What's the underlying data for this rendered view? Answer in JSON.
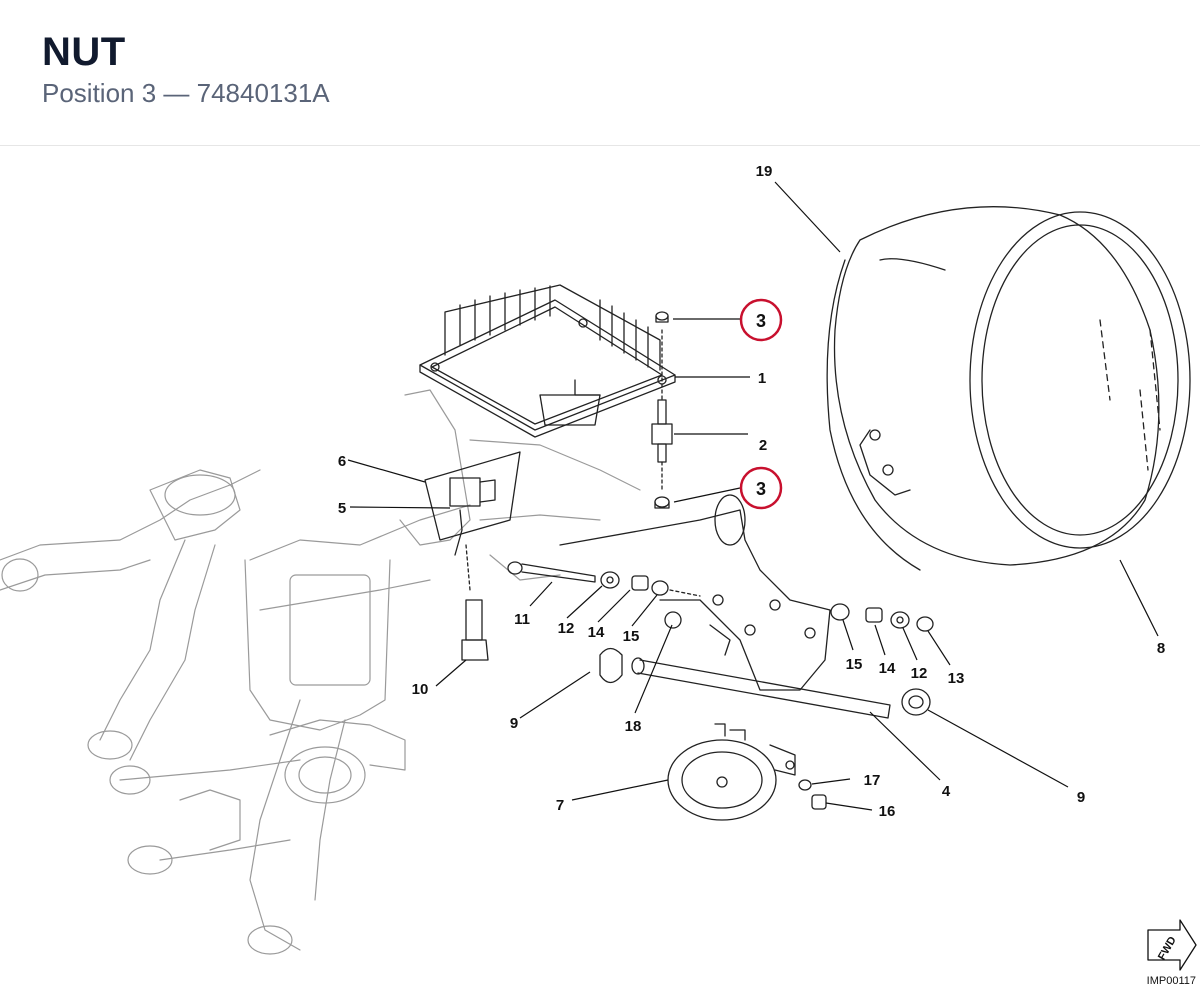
{
  "header": {
    "title": "NUT",
    "subtitle": "Position 3 — 74840131A"
  },
  "diagram": {
    "highlighted_position": "3",
    "highlight_color": "#c8102e",
    "reference_code": "IMP00117",
    "fwd_label": "FWD",
    "callouts": [
      {
        "id": "c19",
        "label": "19"
      },
      {
        "id": "c3a",
        "label": "3"
      },
      {
        "id": "c1",
        "label": "1"
      },
      {
        "id": "c2",
        "label": "2"
      },
      {
        "id": "c3b",
        "label": "3"
      },
      {
        "id": "c6",
        "label": "6"
      },
      {
        "id": "c5",
        "label": "5"
      },
      {
        "id": "c11",
        "label": "11"
      },
      {
        "id": "c12a",
        "label": "12"
      },
      {
        "id": "c14a",
        "label": "14"
      },
      {
        "id": "c15a",
        "label": "15"
      },
      {
        "id": "c15b",
        "label": "15"
      },
      {
        "id": "c14b",
        "label": "14"
      },
      {
        "id": "c12b",
        "label": "12"
      },
      {
        "id": "c13",
        "label": "13"
      },
      {
        "id": "c8",
        "label": "8"
      },
      {
        "id": "c10",
        "label": "10"
      },
      {
        "id": "c9a",
        "label": "9"
      },
      {
        "id": "c18",
        "label": "18"
      },
      {
        "id": "c4",
        "label": "4"
      },
      {
        "id": "c9b",
        "label": "9"
      },
      {
        "id": "c17",
        "label": "17"
      },
      {
        "id": "c16",
        "label": "16"
      },
      {
        "id": "c7",
        "label": "7"
      }
    ]
  }
}
